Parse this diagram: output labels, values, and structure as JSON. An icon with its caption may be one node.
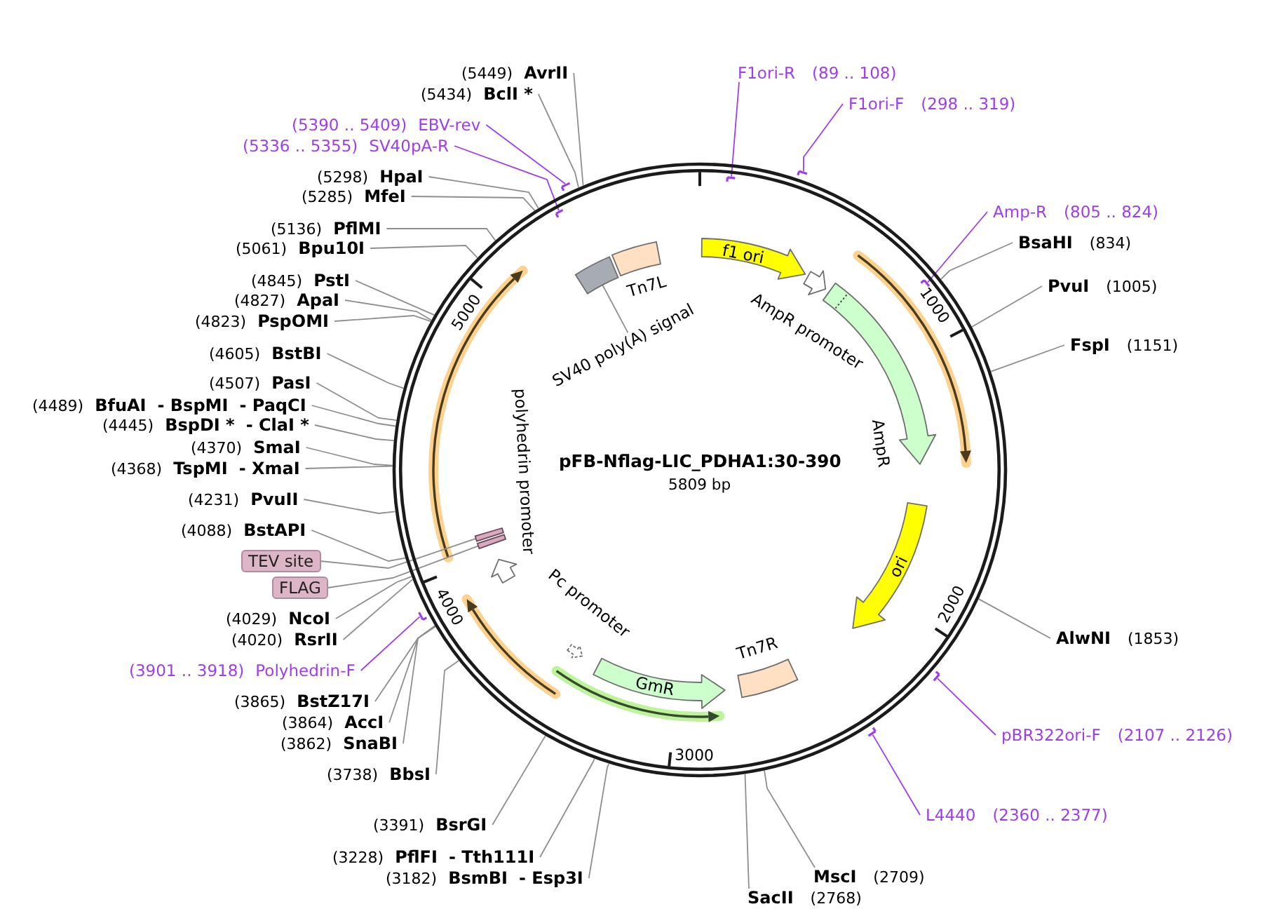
{
  "diagram": {
    "nodes": [
      {
        "text": [
          "5000",
          "1000",
          "pFB-Nflag-LIC_PDHA1:30-390",
          "5809 bp",
          "4000",
          "2000",
          "3000"
        ]
      },
      {
        "text": [
          "(5449)",
          "AvrII"
        ]
      },
      {
        "text": [
          "(5434)",
          "BclI *"
        ]
      },
      {
        "text": [
          "(5390 .. 5409)",
          "EBV-rev"
        ]
      },
      {
        "text": [],
        "shape": "arrow"
      },
      {
        "text": [
          "(5336 .. 5355)",
          "SV40pA-R"
        ]
      },
      {
        "text": [],
        "shape": "arrow",
        "in": 0
      },
      {
        "text": [
          "(5298)",
          "HpaI"
        ]
      },
      {
        "text": [
          "(5285)",
          "MfeI"
        ]
      },
      {
        "text": [
          "(5136)",
          "PflMI"
        ]
      },
      {
        "text": [
          "(5061)",
          "Bpu10I"
        ]
      },
      {
        "text": [
          "(4845)",
          "PstI"
        ]
      },
      {
        "text": [
          "(4827)",
          "ApaI"
        ]
      },
      {
        "text": [
          "(4823)",
          "PspOMI"
        ]
      },
      {
        "text": [
          "(4605)",
          "BstBI"
        ]
      },
      {
        "text": [
          "(4507)",
          "PasI"
        ]
      },
      {
        "text": [
          "(4489)",
          "BfuAI",
          "- BspMI",
          "- PaqCI"
        ]
      },
      {
        "text": [
          "(4445)",
          "BspDI *",
          "- ClaI *"
        ]
      },
      {
        "text": [
          "(4370)",
          "SmaI"
        ]
      },
      {
        "text": [
          "(4368)",
          "TspMI",
          "- XmaI"
        ]
      },
      {
        "text": [
          "(4231)",
          "PvuII"
        ]
      },
      {
        "text": [
          "(4088)",
          "BstAPI"
        ]
      },
      {
        "text": [
          "TEV site"
        ]
      },
      {
        "text": [
          "FLAG"
        ]
      },
      {
        "text": [
          "(4029)",
          "NcoI"
        ]
      },
      {
        "text": [
          "(4020)",
          "RsrII"
        ]
      },
      {
        "text": [
          "(3901 .. 3918)",
          "Polyhedrin-F"
        ]
      },
      {
        "text": [],
        "shape": "arrow"
      },
      {
        "text": [
          "(3865)",
          "BstZ17I"
        ]
      },
      {
        "text": [
          "(3864)",
          "AccI"
        ]
      },
      {
        "text": [
          "(3862)",
          "SnaBI"
        ]
      },
      {
        "text": [
          "(3738)",
          "BbsI"
        ]
      },
      {
        "text": [
          "(3391)",
          "BsrGI"
        ]
      },
      {
        "text": [
          "(3228)",
          "PflFI",
          "- Tth111I"
        ]
      },
      {
        "text": [
          "(3182)",
          "BsmBI",
          "- Esp3I"
        ]
      },
      {
        "text": [
          "F1ori-R",
          "(89 .. 108)"
        ]
      },
      {
        "text": [],
        "shape": "arrow",
        "in": 0
      },
      {
        "text": [
          "F1ori-F",
          "(298 .. 319)"
        ]
      },
      {
        "text": [],
        "shape": "arrow"
      },
      {
        "text": [
          "Amp-R",
          "(805 .. 824)"
        ]
      },
      {
        "text": [],
        "shape": "arrow",
        "in": 0
      },
      {
        "text": [
          "BsaHI",
          "(834)"
        ]
      },
      {
        "text": [
          "PvuI",
          "(1005)"
        ]
      },
      {
        "text": [
          "FspI",
          "(1151)"
        ]
      },
      {
        "text": [
          "AlwNI",
          "(1853)"
        ]
      },
      {
        "text": [
          "pBR322ori-F",
          "(2107 .. 2126)"
        ]
      },
      {
        "text": [],
        "shape": "arrow"
      },
      {
        "text": [
          "L4440",
          "(2360 .. 2377)"
        ]
      },
      {
        "text": [],
        "shape": "arrow"
      },
      {
        "text": [
          "MscI",
          "(2709)"
        ]
      },
      {
        "text": [
          "SacII",
          "(2768)"
        ]
      },
      {
        "text": [
          "f1 ori"
        ],
        "in": 0
      },
      {
        "text": [],
        "shape": "arrow",
        "beside": [
          "AmpR promoter"
        ],
        "in": 0
      },
      {
        "text": [],
        "shape": "arrow",
        "beside": [
          "AmpR"
        ],
        "in": 0
      },
      {
        "text": [
          "ori"
        ],
        "in": 0
      },
      {
        "text": [],
        "shape": "box",
        "beside": [
          "Tn7R"
        ],
        "in": 0
      },
      {
        "text": [
          "GmR"
        ],
        "in": 0
      },
      {
        "text": [],
        "shape": "arrow",
        "beside": [
          "Pc promoter"
        ],
        "in": 0
      },
      {
        "text": [],
        "shape": "arrow",
        "beside": [
          "polyhedrin promoter"
        ],
        "in": 0
      },
      {
        "text": [],
        "shape": "bar",
        "in": 0
      },
      {
        "text": [],
        "shape": "bar",
        "in": 0
      },
      {
        "text": [
          "SV40 poly(A) signal"
        ],
        "in": 0
      },
      {
        "text": [],
        "shape": "box",
        "in": 0
      },
      {
        "text": [],
        "shape": "box",
        "beside": [
          "Tn7L"
        ],
        "in": 0
      }
    ],
    "edges": [
      {
        "from": 1,
        "to": 0,
        "arrow": "none"
      },
      {
        "from": 2,
        "to": 0,
        "arrow": "none"
      },
      {
        "from": 3,
        "to": 4,
        "arrow": "none",
        "color": "#a03cf0"
      },
      {
        "from": 5,
        "to": 6,
        "arrow": "none",
        "color": "#a03cf0"
      },
      {
        "from": 7,
        "to": 0,
        "arrow": "none"
      },
      {
        "from": 8,
        "to": 0,
        "arrow": "none"
      },
      {
        "from": 9,
        "to": 0,
        "arrow": "none"
      },
      {
        "from": 10,
        "to": 0,
        "arrow": "none"
      },
      {
        "from": 11,
        "to": 0,
        "arrow": "none"
      },
      {
        "from": 12,
        "to": 0,
        "arrow": "none"
      },
      {
        "from": 13,
        "to": 0,
        "arrow": "none"
      },
      {
        "from": 14,
        "to": 0,
        "arrow": "none"
      },
      {
        "from": 15,
        "to": 0,
        "arrow": "none"
      },
      {
        "from": 16,
        "to": 0,
        "arrow": "none"
      },
      {
        "from": 17,
        "to": 0,
        "arrow": "none"
      },
      {
        "from": 18,
        "to": 0,
        "arrow": "none"
      },
      {
        "from": 19,
        "to": 0,
        "arrow": "none"
      },
      {
        "from": 20,
        "to": 0,
        "arrow": "none"
      },
      {
        "from": 21,
        "to": 0,
        "arrow": "none"
      },
      {
        "from": 22,
        "to": 60,
        "arrow": "none"
      },
      {
        "from": 23,
        "to": 59,
        "arrow": "none"
      },
      {
        "from": 24,
        "to": 0,
        "arrow": "none"
      },
      {
        "from": 25,
        "to": 0,
        "arrow": "none"
      },
      {
        "from": 26,
        "to": 27,
        "arrow": "none",
        "color": "#a03cf0"
      },
      {
        "from": 28,
        "to": 0,
        "arrow": "none"
      },
      {
        "from": 29,
        "to": 0,
        "arrow": "none"
      },
      {
        "from": 30,
        "to": 0,
        "arrow": "none"
      },
      {
        "from": 31,
        "to": 0,
        "arrow": "none"
      },
      {
        "from": 32,
        "to": 0,
        "arrow": "none"
      },
      {
        "from": 33,
        "to": 0,
        "arrow": "none"
      },
      {
        "from": 34,
        "to": 0,
        "arrow": "none"
      },
      {
        "from": 35,
        "to": 36,
        "arrow": "none",
        "color": "#a03cf0"
      },
      {
        "from": 37,
        "to": 38,
        "arrow": "none",
        "color": "#a03cf0"
      },
      {
        "from": 39,
        "to": 40,
        "arrow": "none",
        "color": "#a03cf0"
      },
      {
        "from": 41,
        "to": 0,
        "arrow": "none"
      },
      {
        "from": 42,
        "to": 0,
        "arrow": "none"
      },
      {
        "from": 43,
        "to": 0,
        "arrow": "none"
      },
      {
        "from": 44,
        "to": 0,
        "arrow": "none"
      },
      {
        "from": 45,
        "to": 46,
        "arrow": "none",
        "color": "#a03cf0"
      },
      {
        "from": 47,
        "to": 48,
        "arrow": "none",
        "color": "#a03cf0"
      },
      {
        "from": 49,
        "to": 0,
        "arrow": "none"
      },
      {
        "from": 50,
        "to": 0,
        "arrow": "none"
      },
      {
        "from": 61,
        "to": 62,
        "arrow": "none"
      }
    ]
  }
}
